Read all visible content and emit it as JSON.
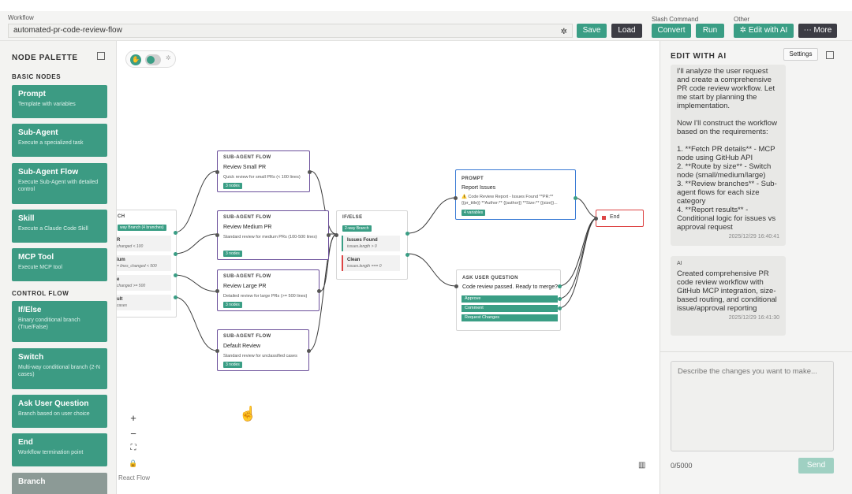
{
  "topbar": {
    "workflow_group": "Workflow",
    "workflow_name": "automated-pr-code-review-flow",
    "save": "Save",
    "load": "Load",
    "slash_group": "Slash Command",
    "convert": "Convert",
    "run": "Run",
    "other_group": "Other",
    "edit_ai": "Edit with AI",
    "more": "More",
    "more_icon": "⋯",
    "sparkle_icon": "✲"
  },
  "palette": {
    "title": "NODE PALETTE",
    "basic_section": "BASIC NODES",
    "control_section": "CONTROL FLOW",
    "basic": [
      {
        "title": "Prompt",
        "desc": "Template with variables"
      },
      {
        "title": "Sub-Agent",
        "desc": "Execute a specialized task"
      },
      {
        "title": "Sub-Agent Flow",
        "desc": "Execute Sub-Agent with detailed control"
      },
      {
        "title": "Skill",
        "desc": "Execute a Claude Code Skill"
      },
      {
        "title": "MCP Tool",
        "desc": "Execute MCP tool"
      }
    ],
    "control": [
      {
        "title": "If/Else",
        "desc": "Binary conditional branch (True/False)"
      },
      {
        "title": "Switch",
        "desc": "Multi-way conditional branch (2-N cases)"
      },
      {
        "title": "Ask User Question",
        "desc": "Branch based on user choice"
      },
      {
        "title": "End",
        "desc": "Workflow termination point"
      },
      {
        "title": "Branch",
        "desc": ""
      }
    ]
  },
  "canvas": {
    "react_flow": "React Flow",
    "switch_node": {
      "type": "CH",
      "badge": "way Branch (4 branches)",
      "rows": [
        {
          "name": "R",
          "expr": "changed < 100"
        },
        {
          "name": "ium",
          "expr": "= lines_changed < 500"
        },
        {
          "name": "e",
          "expr": "changed >= 500"
        },
        {
          "name": "ult",
          "expr": "cases"
        }
      ]
    },
    "subflows": [
      {
        "type": "SUB-AGENT FLOW",
        "name": "Review Small PR",
        "desc": "Quick review for small PRs (< 100 lines)",
        "badge": "3 nodes"
      },
      {
        "type": "SUB-AGENT FLOW",
        "name": "Review Medium PR",
        "desc": "Standard review for medium PRs (100-500 lines)",
        "badge": "3 nodes"
      },
      {
        "type": "SUB-AGENT FLOW",
        "name": "Review Large PR",
        "desc": "Detailed review for large PRs (>= 500 lines)",
        "badge": "3 nodes"
      },
      {
        "type": "SUB-AGENT FLOW",
        "name": "Default Review",
        "desc": "Standard review for unclassified cases",
        "badge": "3 nodes"
      }
    ],
    "ifelse": {
      "type": "IF/ELSE",
      "badge": "2-way Branch",
      "true_name": "Issues Found",
      "true_expr": "issues.length > 0",
      "false_name": "Clean",
      "false_expr": "issues.length === 0"
    },
    "prompt_node": {
      "type": "PROMPT",
      "name": "Report Issues",
      "desc": "⚠️ Code Review Report - Issues Found **PR:** {{pr_title}} **Author:** {{author}} **Size:** {{size}}...",
      "badge": "4 variables"
    },
    "ask_node": {
      "type": "ASK USER QUESTION",
      "question": "Code review passed. Ready to merge?",
      "options": [
        "Approve",
        "Comment",
        "Request Changes"
      ]
    },
    "end_node": {
      "label": "End"
    },
    "zoom": {
      "plus": "+",
      "minus": "−",
      "fit": "⛶",
      "lock": "🔒"
    }
  },
  "edit_panel": {
    "title": "EDIT WITH AI",
    "settings": "Settings",
    "messages": [
      {
        "role": "",
        "text": "I'll analyze the user request and create a comprehensive PR code review workflow. Let me start by planning the implementation.\n\nNow I'll construct the workflow based on the requirements:\n\n1. **Fetch PR details** - MCP node using GitHub API\n2. **Route by size** - Switch node (small/medium/large)\n3. **Review branches** - Sub-agent flows for each size category\n4. **Report results** - Conditional logic for issues vs approval request",
        "time": "2025/12/29 16:40:41"
      },
      {
        "role": "AI",
        "text": "Created comprehensive PR code review workflow with GitHub MCP integration, size-based routing, and conditional issue/approval reporting",
        "time": "2025/12/29 16:41:30"
      }
    ],
    "placeholder": "Describe the changes you want to make...",
    "count": "0/5000",
    "send": "Send"
  },
  "colors": {
    "accent": "#3a9e85",
    "subflow_border": "#6b4f9a",
    "prompt_border": "#3a7bd5",
    "end_border": "#dd4444"
  }
}
